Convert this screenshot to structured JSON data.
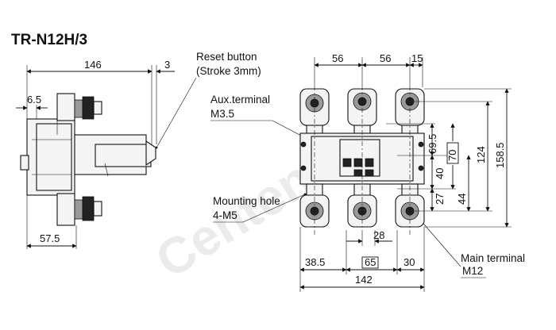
{
  "title": "TR-N12H/3",
  "watermark": "Centenary",
  "side_view": {
    "dim_width": "146",
    "dim_offset": "3",
    "dim_small": "6.5",
    "dim_bottom": "57.5"
  },
  "callouts": {
    "reset_line1": "Reset button",
    "reset_line2": "(Stroke 3mm)",
    "aux_line1": "Aux.terminal",
    "aux_line2": "M3.5",
    "mount_line1": "Mounting hole",
    "mount_line2": "4-M5",
    "main_line1": "Main terminal",
    "main_line2": "M12"
  },
  "front_view": {
    "top_dims": [
      "56",
      "56",
      "15"
    ],
    "right_dims": [
      "69.5",
      "70",
      "40",
      "27",
      "44",
      "124",
      "158.5"
    ],
    "bottom_dims": [
      "28",
      "38.5",
      "65",
      "30",
      "142"
    ]
  }
}
